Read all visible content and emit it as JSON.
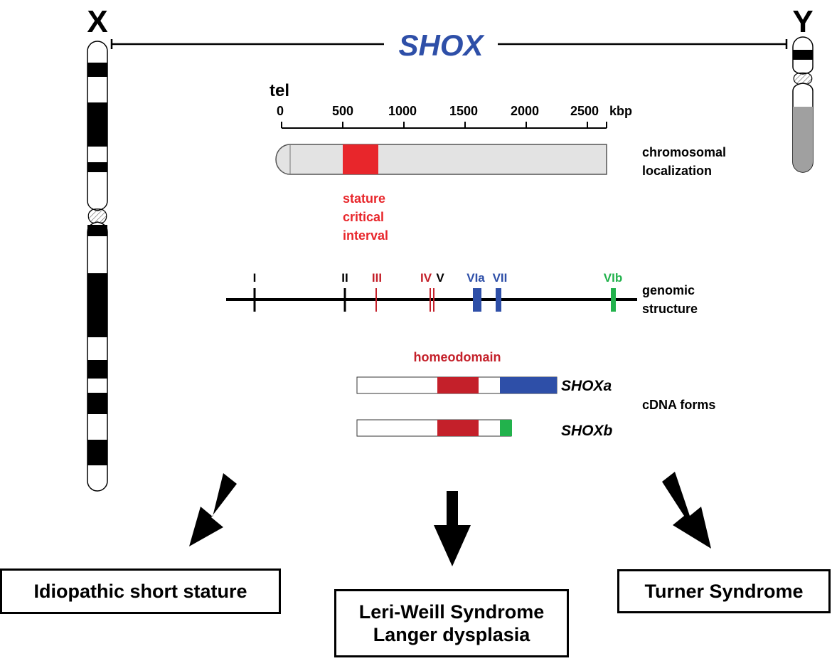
{
  "chromosomes": {
    "x_label": "X",
    "y_label": "Y"
  },
  "gene": {
    "name": "SHOX",
    "color": "#2e4fa8"
  },
  "scale": {
    "tel_label": "tel",
    "unit_label": "kbp",
    "ticks": [
      "0",
      "500",
      "1000",
      "1500",
      "2000",
      "2500"
    ]
  },
  "localization": {
    "label_line1": "chromosomal",
    "label_line2": "localization",
    "interval_line1": "stature",
    "interval_line2": "critical",
    "interval_line3": "interval",
    "interval_color": "#e8262b"
  },
  "genomic": {
    "label_line1": "genomic",
    "label_line2": "structure",
    "exons": [
      {
        "label": "I",
        "color": "#000000"
      },
      {
        "label": "II",
        "color": "#000000"
      },
      {
        "label": "III",
        "color": "#c4202a"
      },
      {
        "label": "IV",
        "color": "#c4202a"
      },
      {
        "label": "V",
        "color": "#000000"
      },
      {
        "label": "VIa",
        "color": "#2e4fa8"
      },
      {
        "label": "VII",
        "color": "#2e4fa8"
      },
      {
        "label": "VIb",
        "color": "#22b24c"
      }
    ]
  },
  "cdna": {
    "homeodomain_label": "homeodomain",
    "homeodomain_color": "#c4202a",
    "forms_label": "cDNA forms",
    "form_a": "SHOXa",
    "form_b": "SHOXb"
  },
  "outcomes": {
    "left": "Idiopathic short stature",
    "center_line1": "Leri-Weill Syndrome",
    "center_line2": "Langer dysplasia",
    "right": "Turner Syndrome"
  }
}
